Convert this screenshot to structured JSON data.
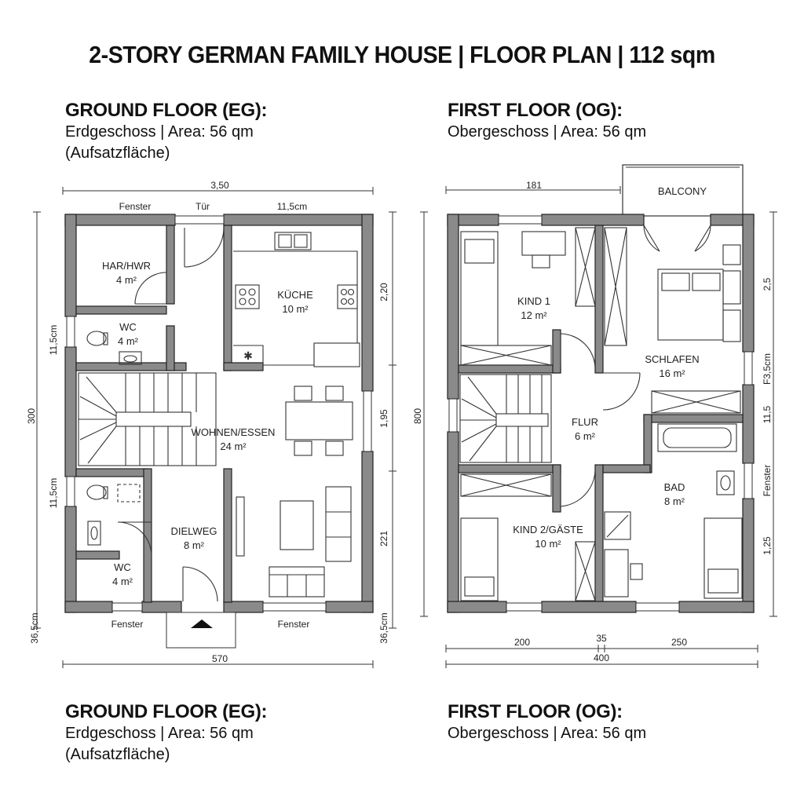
{
  "title": "2-STORY GERMAN FAMILY HOUSE | FLOOR PLAN | 112 sqm",
  "ground_top": {
    "heading": "GROUND FLOOR (EG):",
    "line1": "Erdgeschoss | Area: 56 qm",
    "line2": "(Aufsatzfläche)"
  },
  "first_top": {
    "heading": "FIRST FLOOR (OG):",
    "line1": "Obergeschoss | Area: 56 qm"
  },
  "ground_bottom": {
    "heading": "GROUND FLOOR (EG):",
    "line1": "Erdgeschoss | Area: 56 qm",
    "line2": "(Aufsatzfläche)"
  },
  "first_bottom": {
    "heading": "FIRST FLOOR (OG):",
    "line1": "Obergeschoss | Area: 56 qm"
  },
  "ground": {
    "rooms": {
      "har_name": "HAR/HWR",
      "har_area": "4 m²",
      "wc1_name": "WC",
      "wc1_area": "4 m²",
      "kueche_name": "KÜCHE",
      "kueche_area": "10 m²",
      "wohnen_name": "WOHNEN/ESSEN",
      "wohnen_area": "24 m²",
      "diele_name": "DIELWEG",
      "diele_area": "8 m²",
      "wc2_name": "WC",
      "wc2_area": "4 m²"
    },
    "labels": {
      "fenster_top": "Fenster",
      "tuer": "Tür",
      "top_right": "11,5cm",
      "fenster_bl": "Fenster",
      "fenster_br": "Fenster"
    },
    "dims": {
      "top": "3,50",
      "bottom": "570",
      "left_total": "300",
      "left_a": "11,5cm",
      "left_b": "11,5cm",
      "left_c": "36,5cm",
      "right_a": "2,20",
      "right_b": "1,95",
      "right_c": "221",
      "right_d": "36,5cm"
    }
  },
  "first": {
    "rooms": {
      "balcony": "BALCONY",
      "kind1_name": "KIND 1",
      "kind1_area": "12 m²",
      "schlafen_name": "SCHLAFEN",
      "schlafen_area": "16 m²",
      "flur_name": "FLUR",
      "flur_area": "6 m²",
      "bad_name": "BAD",
      "bad_area": "8 m²",
      "kind2_name": "KIND 2/GÄSTE",
      "kind2_area": "10 m²"
    },
    "dims": {
      "top": "181",
      "left_total": "800",
      "right_a": "2,5",
      "right_b": "F3,5cm",
      "right_c": "11,5",
      "right_d": "Fenster",
      "right_e": "1,25",
      "bottom_a": "200",
      "bottom_b": "35",
      "bottom_c": "250",
      "bottom_total": "400"
    }
  }
}
